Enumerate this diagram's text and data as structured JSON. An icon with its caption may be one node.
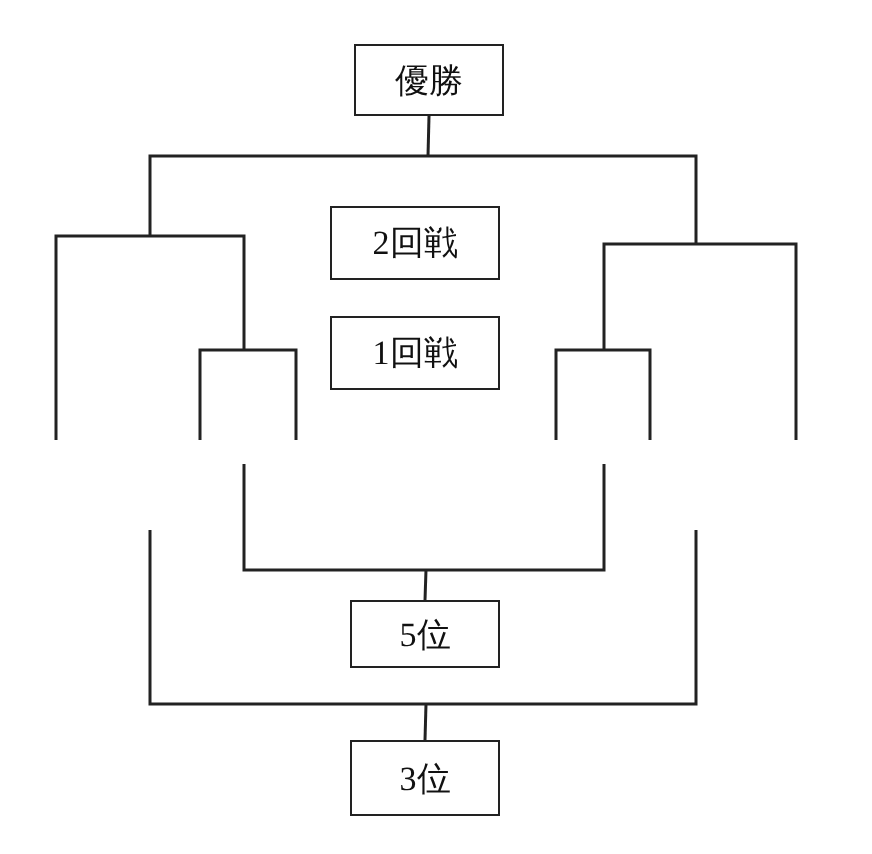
{
  "diagram": {
    "nodes": [
      {
        "text": [
          "優勝"
        ]
      },
      {
        "text": [
          "2回戦"
        ]
      },
      {
        "text": [
          "1回戦"
        ]
      },
      {
        "text": [
          "5位"
        ]
      },
      {
        "text": [
          "3位"
        ]
      }
    ],
    "edges": [
      {
        "from": null,
        "to": 0,
        "arrow": "none"
      },
      {
        "from": null,
        "to": 3,
        "arrow": "none"
      },
      {
        "from": null,
        "to": 4,
        "arrow": "none"
      }
    ]
  }
}
